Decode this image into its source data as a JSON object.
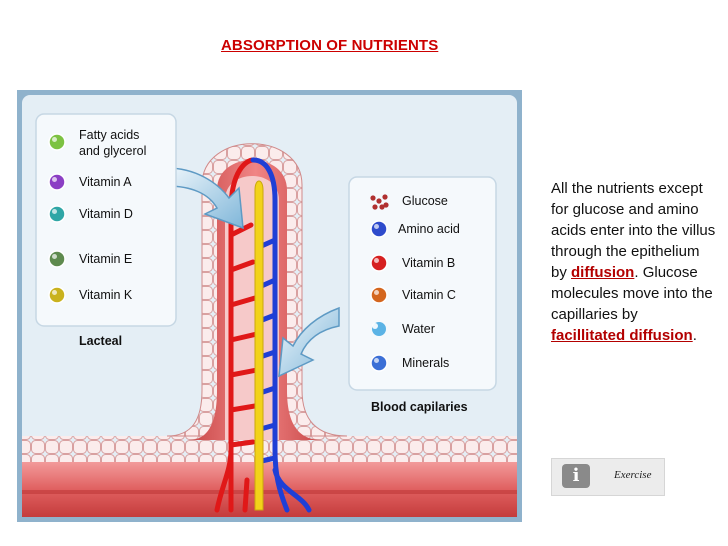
{
  "title": "ABSORPTION OF NUTRIENTS",
  "left_legend": {
    "items": [
      {
        "label_line1": "Fatty acids",
        "label_line2": "and glycerol",
        "color": "#7cc242"
      },
      {
        "label_line1": "Vitamin A",
        "label_line2": "",
        "color": "#8b3fc4"
      },
      {
        "label_line1": "Vitamin D",
        "label_line2": "",
        "color": "#2fa6a6"
      },
      {
        "label_line1": "Vitamin E",
        "label_line2": "",
        "color": "#5e8a4e"
      },
      {
        "label_line1": "Vitamin K",
        "label_line2": "",
        "color": "#c9b21e"
      }
    ],
    "caption": "Lacteal"
  },
  "right_legend": {
    "items": [
      {
        "label": "Glucose",
        "color": "#b03030",
        "icon": "glucose-molecule-icon"
      },
      {
        "label": "Amino acid",
        "color": "#2e4bcc"
      },
      {
        "label": "Vitamin B",
        "color": "#d62020"
      },
      {
        "label": "Vitamin C",
        "color": "#d4661e"
      },
      {
        "label": "Water",
        "color": "#3fa7e0",
        "icon": "water-drop-icon"
      },
      {
        "label": "Minerals",
        "color": "#3b6fd6"
      }
    ],
    "caption": "Blood capilaries"
  },
  "description": {
    "p1": "All the nutrients except for glucose and amino acids enter into the villus through the epithelium by",
    "em1": "diffusion",
    "p1_end": ".",
    "p2": "Glucose molecules move into the capillaries by",
    "em2": "facillitated diffusion",
    "p2_end": "."
  },
  "exercise": {
    "icon_glyph": "i",
    "label": "Exercise"
  },
  "colors": {
    "frame": "#8fb2cc",
    "panel": "#e4eef5",
    "villus": "#e06a6a",
    "blood_red": "#e01818",
    "blood_blue": "#1f3fd6",
    "lacteal": "#f2d21a",
    "title": "#cc0000"
  }
}
